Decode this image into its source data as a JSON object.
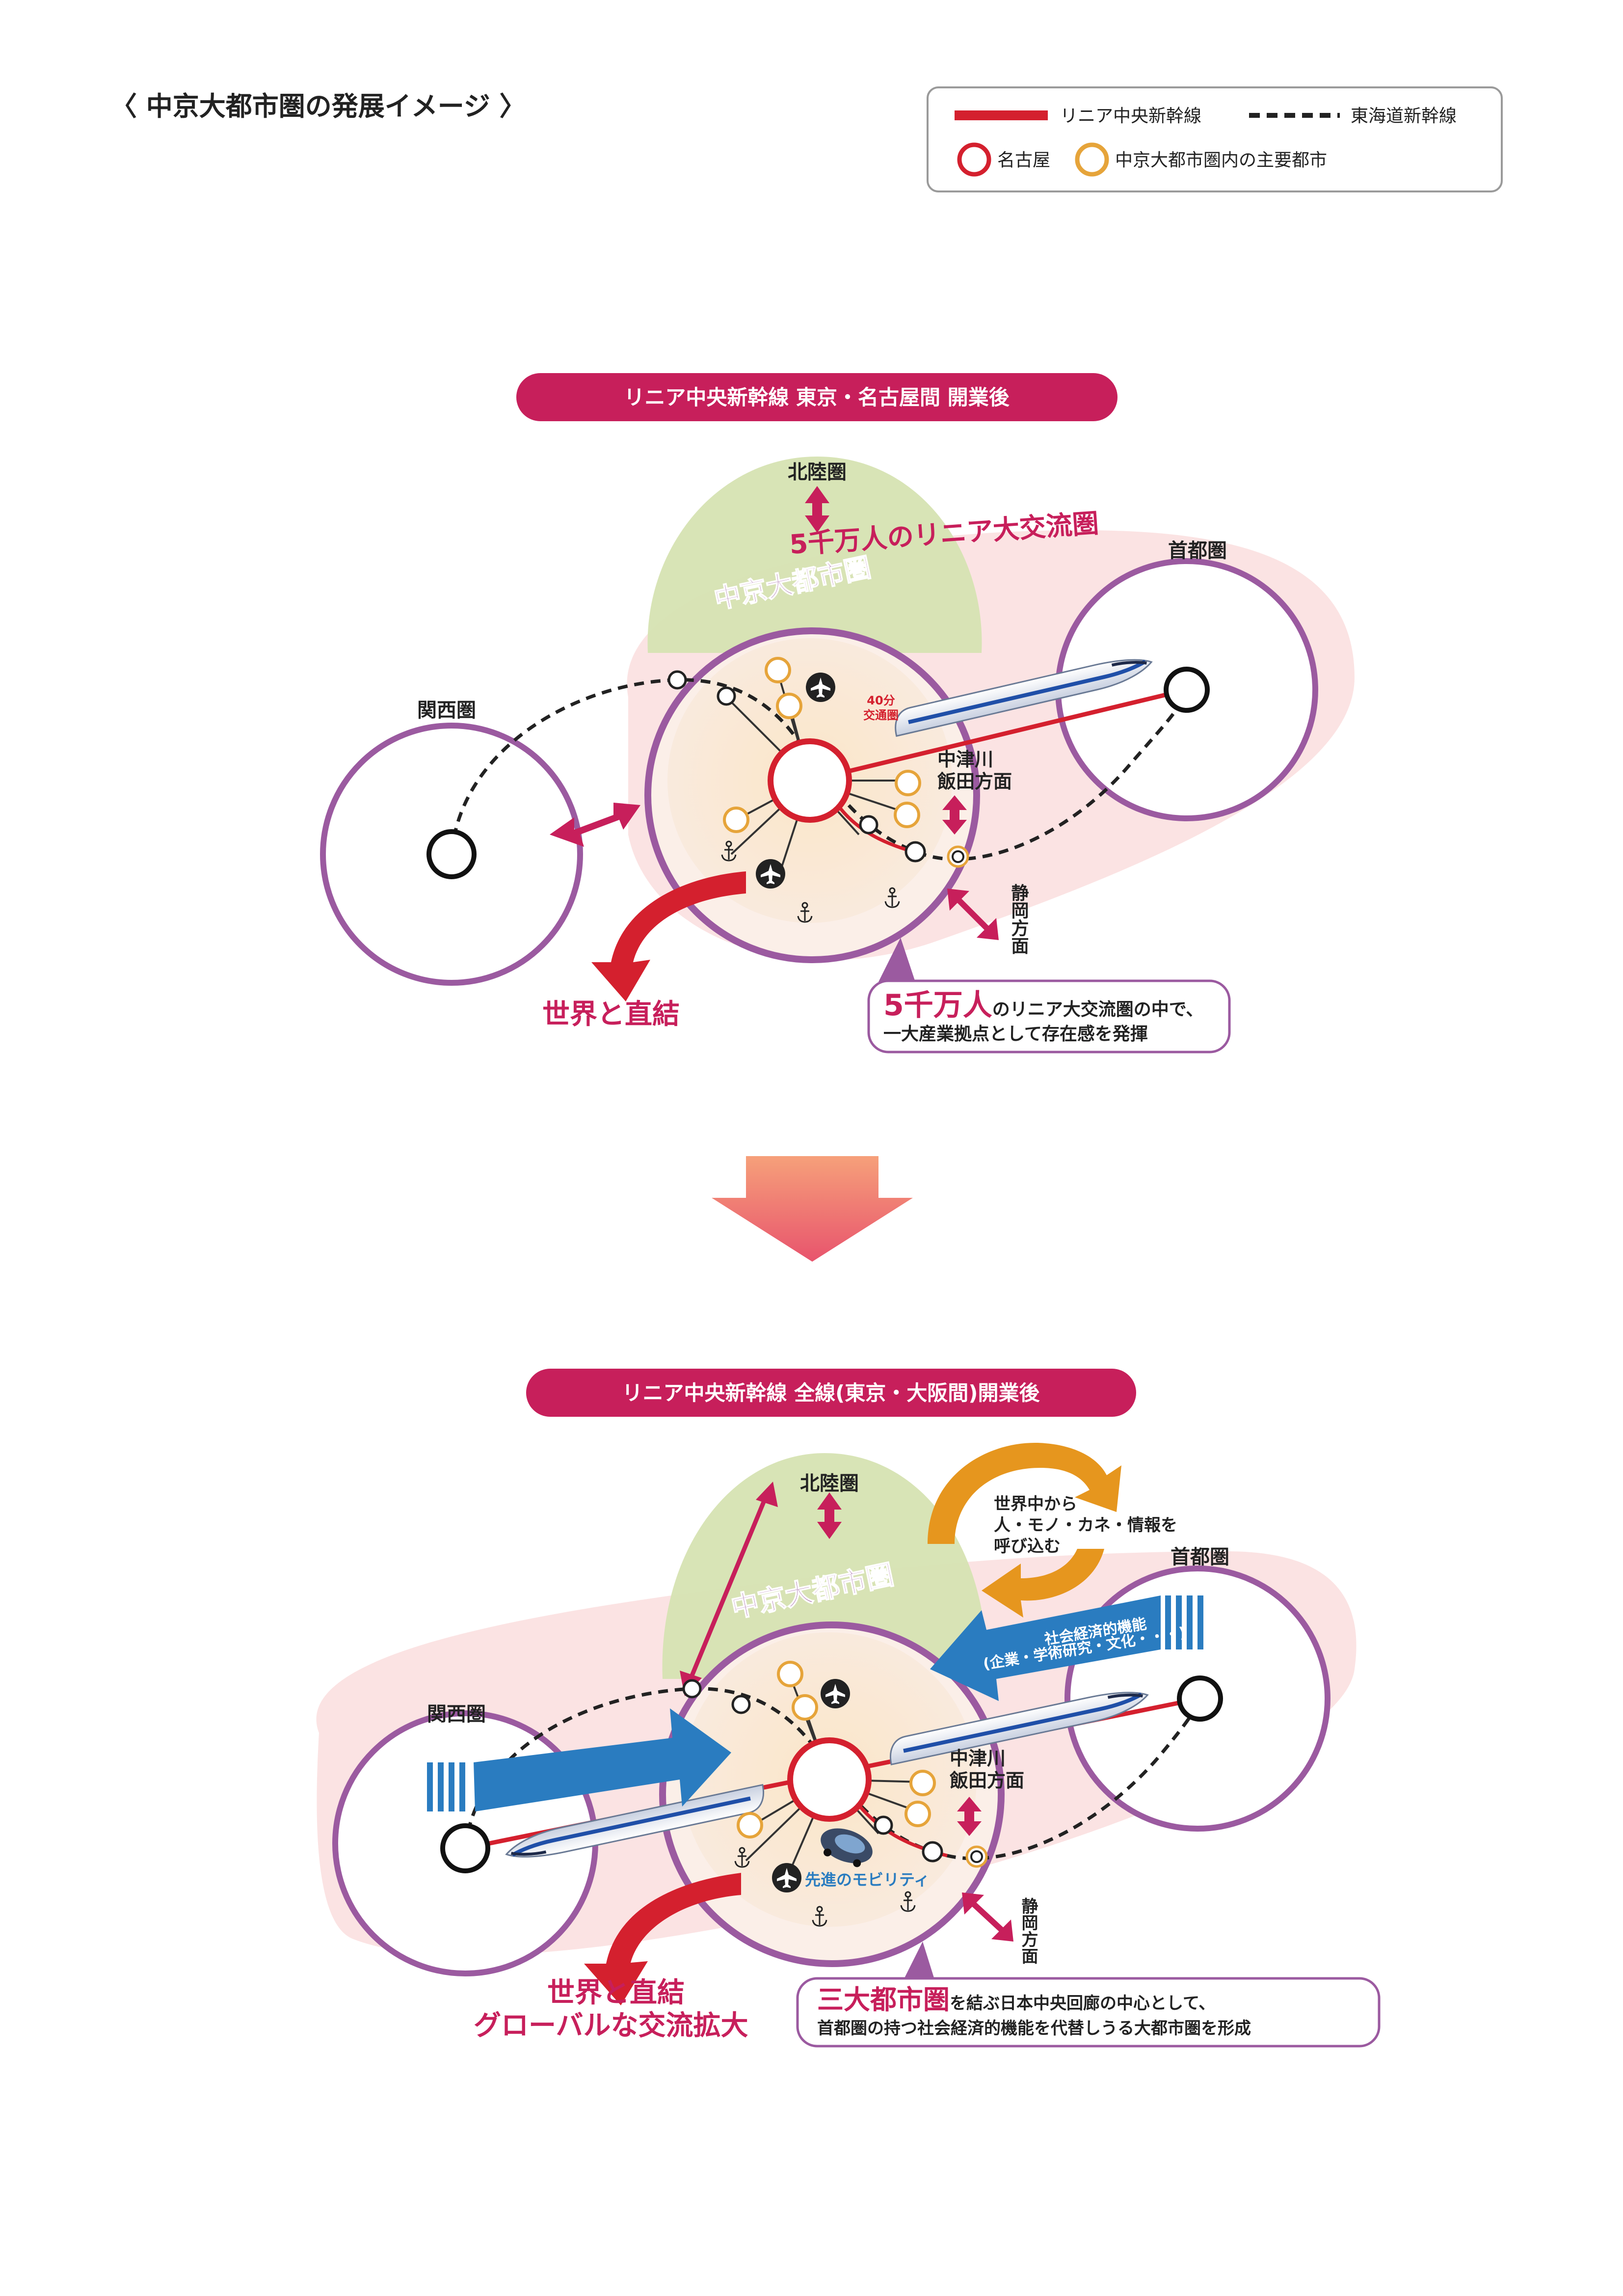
{
  "page_title": "〈 中京大都市圏の発展イメージ 〉",
  "legend": {
    "linear": "リニア中央新幹線",
    "tokaido": "東海道新幹線",
    "nagoya": "名古屋",
    "major_cities": "中京大都市圏内の主要都市"
  },
  "diagram1": {
    "header": "リニア中央新幹線 東京・名古屋間 開業後",
    "hokuriku": "北陸圏",
    "exchange": "5千万人のリニア大交流圏",
    "chukyo": "中京大都市圏",
    "kansai": "関西圏",
    "shuto": "首都圏",
    "zone40_line1": "40分",
    "zone40_line2": "交通圏",
    "nakatsugawa_line1": "中津川",
    "nakatsugawa_line2": "飯田方面",
    "shizuoka": "静岡方面",
    "world": "世界と直結",
    "callout_big": "5千万人",
    "callout_rest": "のリニア大交流圏の中で、",
    "callout_line2": "一大産業拠点として存在感を発揮"
  },
  "diagram2": {
    "header": "リニア中央新幹線 全線(東京・大阪間)開業後",
    "hokuriku": "北陸圏",
    "attract_line1": "世界中から",
    "attract_line2": "人・モノ・カネ・情報を",
    "attract_line3": "呼び込む",
    "chukyo": "中京大都市圏",
    "shuto": "首都圏",
    "kansai": "関西圏",
    "socio_line1": "社会経済的機能",
    "socio_line2": "(企業・学術研究・文化・・・)",
    "nakatsugawa_line1": "中津川",
    "nakatsugawa_line2": "飯田方面",
    "mobility": "先進のモビリティ",
    "shizuoka": "静岡方面",
    "world_line1": "世界と直結",
    "world_line2": "グローバルな交流拡大",
    "callout_big": "三大都市圏",
    "callout_rest": "を結ぶ日本中央回廊の中心として、",
    "callout_line2": "首都圏の持つ社会経済的機能を代替しうる大都市圏を形成"
  },
  "colors": {
    "linear_red": "#d4202e",
    "purple": "#9b5aa0",
    "magenta": "#c71f5b",
    "orange_ring": "#e6a43a",
    "blue": "#2a7cc0",
    "pink_zone": "#fbe3e3",
    "green_zone": "#d6e3b2"
  },
  "icons": [
    "airplane-icon",
    "anchor-icon",
    "train-icon",
    "car-icon",
    "down-arrow-icon"
  ]
}
